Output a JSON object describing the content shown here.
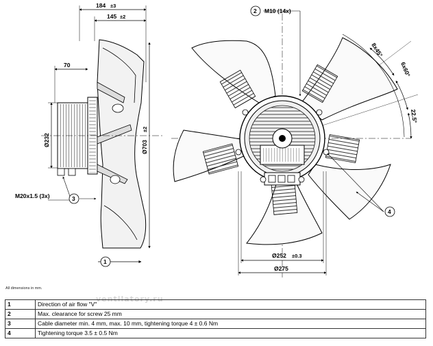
{
  "dimensions": {
    "d184": "184",
    "d184_tol": "±3",
    "d145": "145",
    "d145_tol": "±2",
    "d70": "70",
    "d232": "Ø232",
    "d703": "Ø703",
    "d703_tol": "±2",
    "m20": "M20x1.5 (3x)",
    "m10": "M10 (14x)",
    "ang8x45": "8x45°",
    "ang6x60": "6x60°",
    "ang22": "22.5°",
    "d252": "Ø252",
    "d252_tol": "±0.3",
    "d275": "Ø275"
  },
  "callouts": {
    "c1": "1",
    "c2": "2",
    "c3": "3",
    "c4": "4"
  },
  "note": "All dimensions in mm.",
  "watermark": "ventilatory.ru",
  "legend": [
    {
      "num": "1",
      "text": "Direction of air flow \"V\""
    },
    {
      "num": "2",
      "text": "Max. clearance for screw 25 mm"
    },
    {
      "num": "3",
      "text": "Cable diameter min. 4 mm, max. 10 mm, tightening torque 4 ± 0.6 Nm"
    },
    {
      "num": "4",
      "text": "Tightening torque 3.5 ± 0.5 Nm"
    }
  ]
}
